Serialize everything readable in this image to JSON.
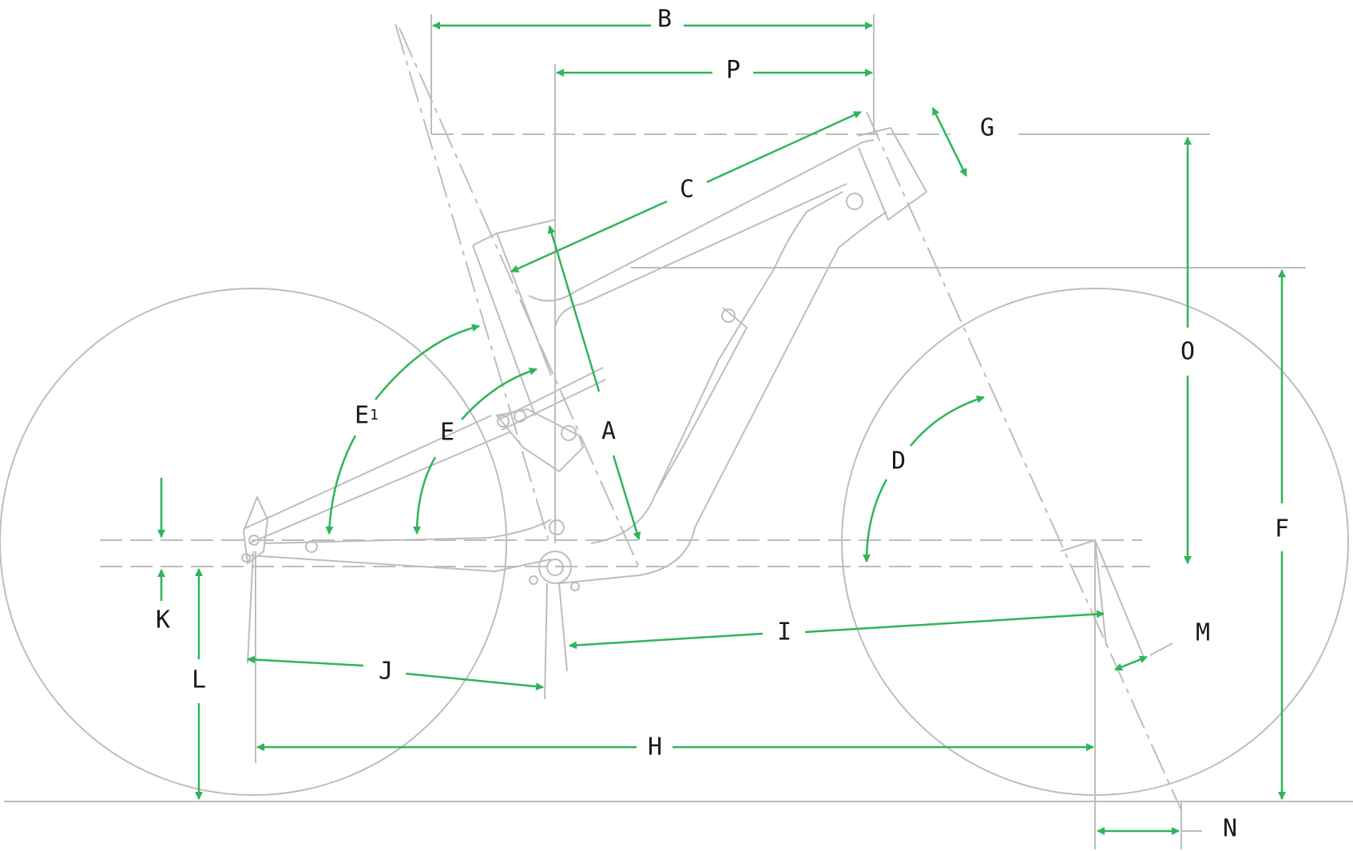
{
  "labels": {
    "A": "A",
    "B": "B",
    "C": "C",
    "D": "D",
    "E": "E",
    "E1": "E",
    "E1_sup": "1",
    "F": "F",
    "G": "G",
    "H": "H",
    "I": "I",
    "J": "J",
    "K": "K",
    "L": "L",
    "M": "M",
    "N": "N",
    "O": "O",
    "P": "P"
  },
  "colors": {
    "frame_lines": "#bdbdbd",
    "measure_arrows": "#2eb559",
    "label_text": "#1a1a1a"
  }
}
